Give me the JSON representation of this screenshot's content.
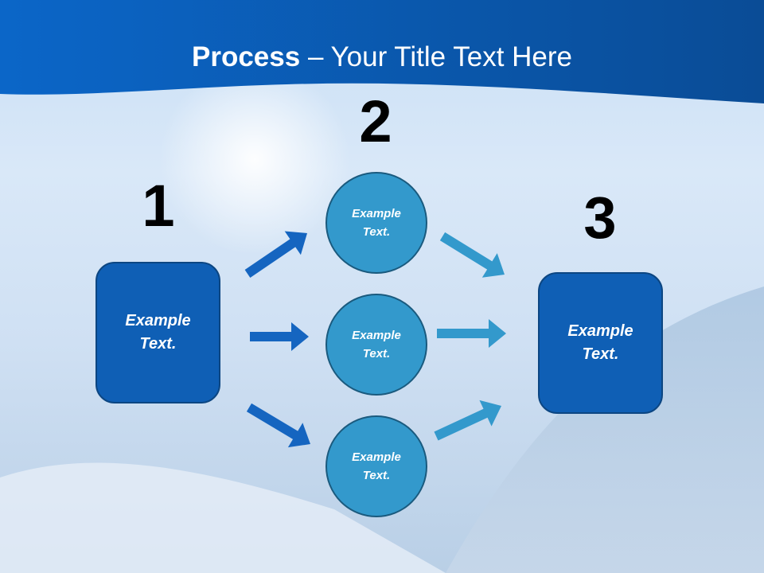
{
  "title": {
    "bold": "Process",
    "rest": " – Your Title Text Here"
  },
  "steps": [
    {
      "number": "1",
      "label_line1": "Example",
      "label_line2": "Text."
    },
    {
      "number": "2",
      "items": [
        {
          "label_line1": "Example",
          "label_line2": "Text."
        },
        {
          "label_line1": "Example",
          "label_line2": "Text."
        },
        {
          "label_line1": "Example",
          "label_line2": "Text."
        }
      ]
    },
    {
      "number": "3",
      "label_line1": "Example",
      "label_line2": "Text."
    }
  ],
  "colors": {
    "header": "#0a5cb8",
    "box": "#0f5fb5",
    "circle": "#3399cc",
    "arrow_left": "#1565c0",
    "arrow_right": "#3399cc"
  }
}
